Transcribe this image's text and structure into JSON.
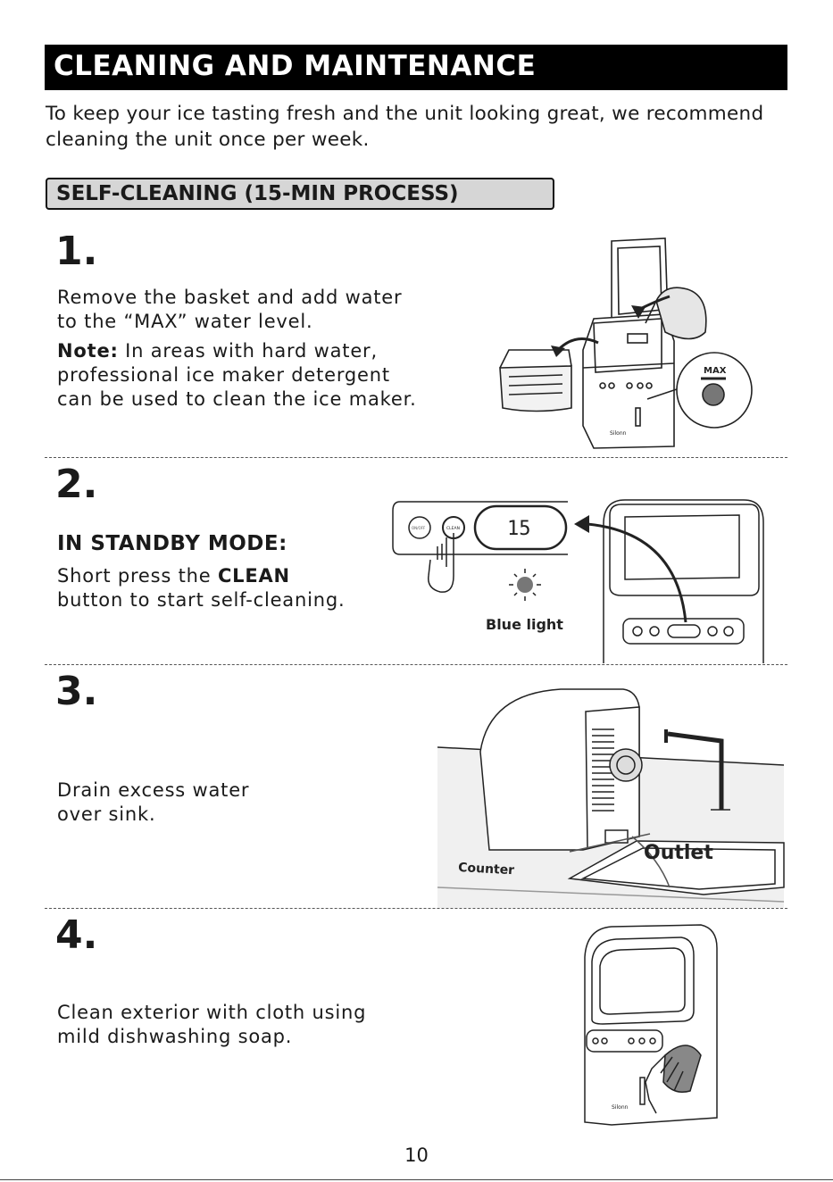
{
  "header": {
    "title": "CLEANING AND MAINTENANCE"
  },
  "intro": "To keep your ice tasting fresh and the unit looking great, we recommend cleaning the unit once per week.",
  "subheading": "SELF-CLEANING (15-MIN PROCESS)",
  "steps": [
    {
      "number": "1.",
      "line1": "Remove the basket and add water",
      "line2": "to the “MAX” water level.",
      "note_label": "Note:",
      "note_rest": " In areas with hard water,",
      "note_line2": "professional ice maker detergent",
      "note_line3": "can be used to clean the ice maker.",
      "max_label": "MAX",
      "brand": "Silonn"
    },
    {
      "number": "2.",
      "heading": "IN STANDBY MODE:",
      "line1_pre": "Short press the ",
      "line1_bold": "CLEAN",
      "line2": "button to start self-cleaning.",
      "display_value": "15",
      "blue_light_label": "Blue light",
      "on_off_label": "ON/OFF",
      "clean_label": "CLEAN"
    },
    {
      "number": "3.",
      "line1": "Drain excess water",
      "line2": "over sink.",
      "outlet_label": "Outlet",
      "counter_label": "Counter"
    },
    {
      "number": "4.",
      "line1": "Clean exterior with cloth using",
      "line2": "mild dishwashing soap.",
      "brand": "Silonn"
    }
  ],
  "page_number": "10"
}
